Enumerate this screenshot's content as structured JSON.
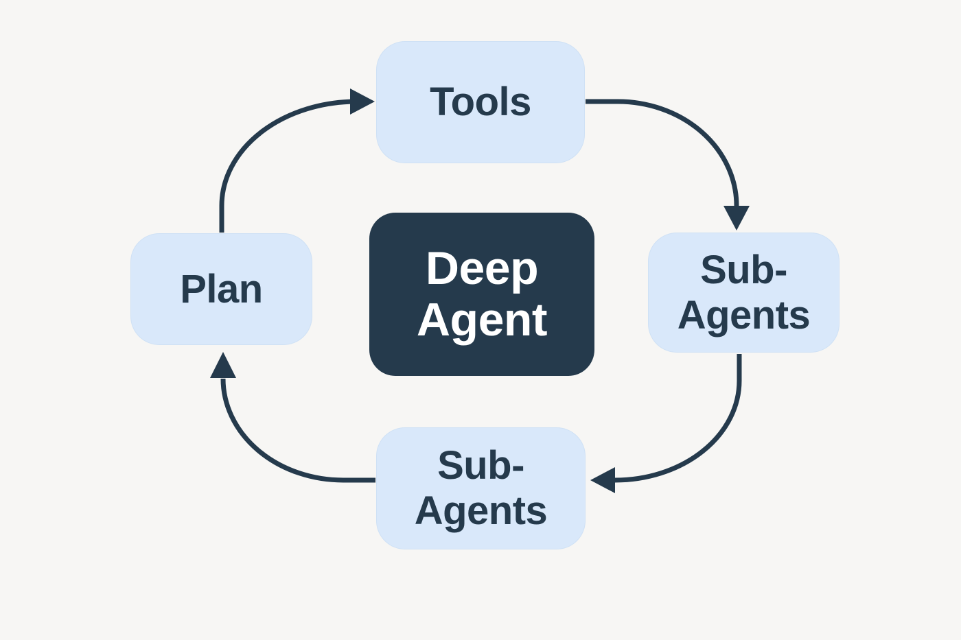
{
  "diagram": {
    "title": "Deep Agent loop diagram",
    "center_node": {
      "id": "deep-agent",
      "label": "Deep\nAgent"
    },
    "nodes": {
      "top": {
        "id": "tools",
        "label": "Tools"
      },
      "right": {
        "id": "sub-agents-right",
        "label": "Sub-\nAgents"
      },
      "bottom": {
        "id": "sub-agents-bottom",
        "label": "Sub-\nAgents"
      },
      "left": {
        "id": "plan",
        "label": "Plan"
      }
    },
    "edges": [
      {
        "from": "plan",
        "to": "tools",
        "direction": "clockwise"
      },
      {
        "from": "tools",
        "to": "sub-agents-right",
        "direction": "clockwise"
      },
      {
        "from": "sub-agents-right",
        "to": "sub-agents-bottom",
        "direction": "clockwise"
      },
      {
        "from": "sub-agents-bottom",
        "to": "plan",
        "direction": "clockwise"
      }
    ]
  },
  "colors": {
    "background": "#f7f6f4",
    "node_fill": "#d9e8fa",
    "node_border": "#cfe1f5",
    "node_text": "#253a4c",
    "center_fill": "#253a4c",
    "center_text": "#ffffff",
    "arrow": "#253a4c"
  }
}
